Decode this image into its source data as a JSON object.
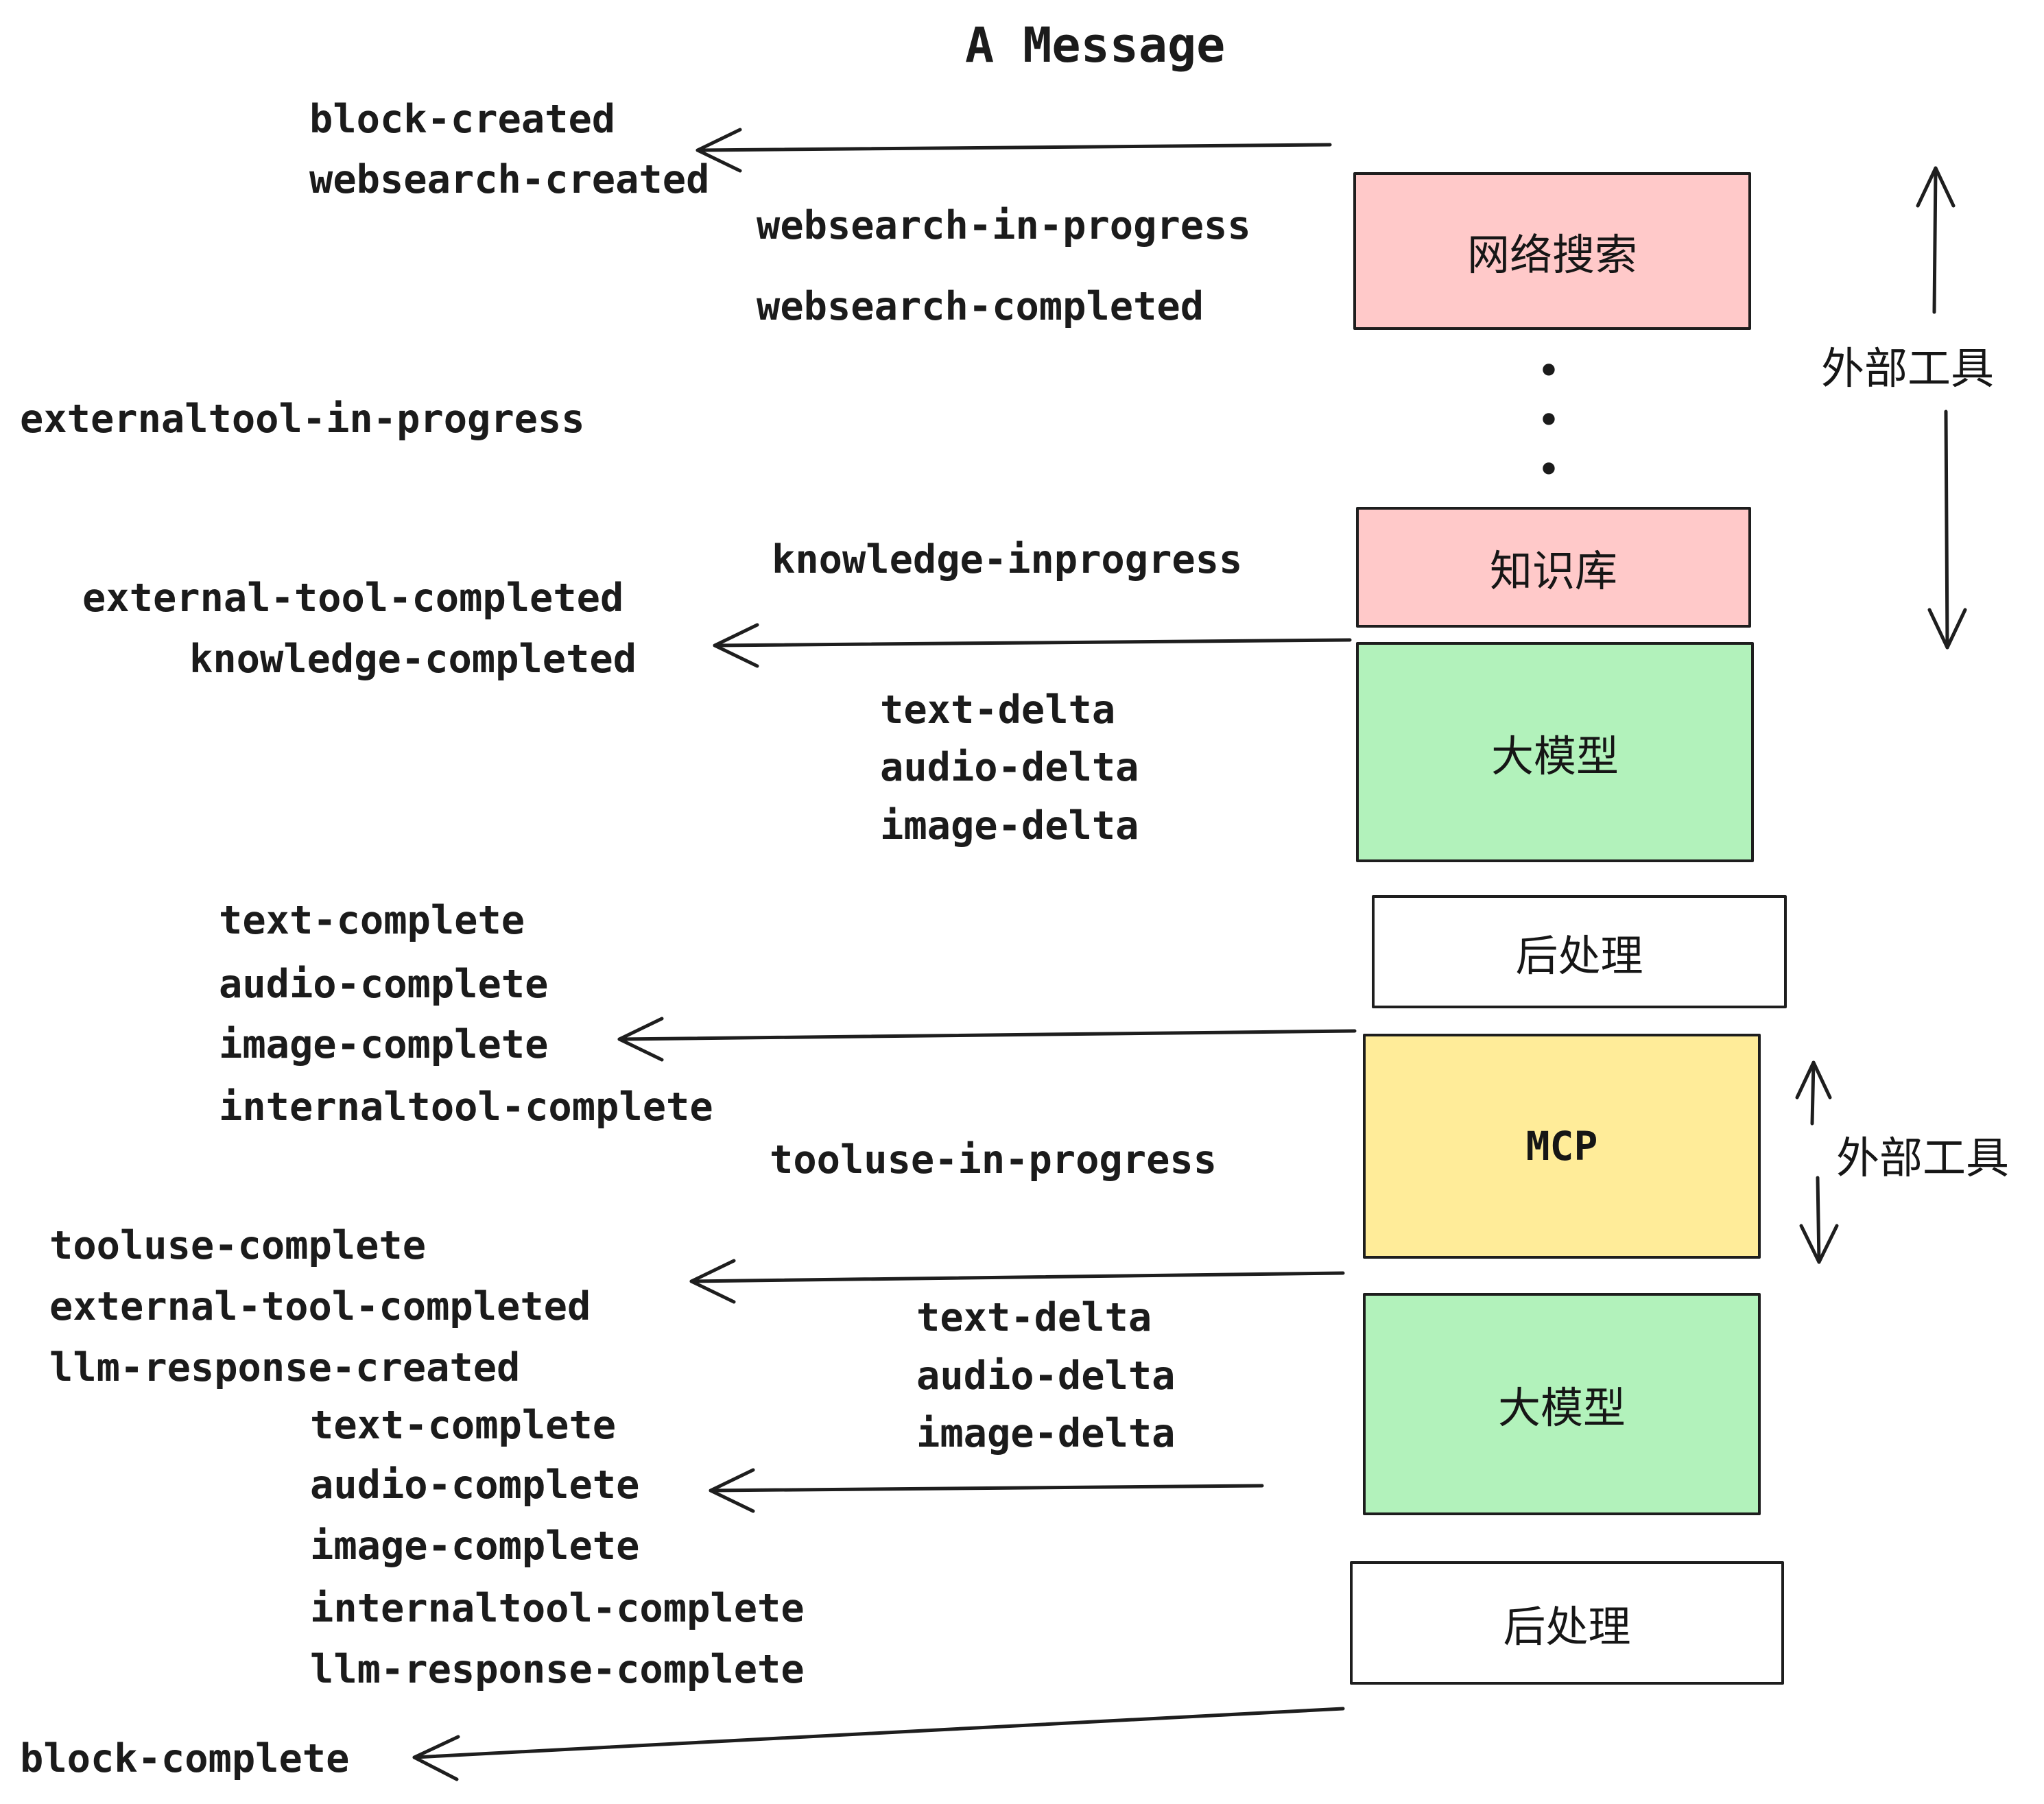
{
  "title": "A Message",
  "colors": {
    "pink": "#ffc9c9",
    "green": "#b2f2bb",
    "yellow": "#ffec99",
    "white": "#ffffff",
    "stroke": "#1e1e1e",
    "text": "#1b1b1b"
  },
  "boxes": [
    {
      "id": "websearch",
      "label": "网络搜索",
      "color": "pink"
    },
    {
      "id": "knowledge",
      "label": "知识库",
      "color": "pink"
    },
    {
      "id": "llm-1",
      "label": "大模型",
      "color": "green"
    },
    {
      "id": "post-1",
      "label": "后处理",
      "color": "white"
    },
    {
      "id": "mcp",
      "label": "MCP",
      "color": "yellow"
    },
    {
      "id": "llm-2",
      "label": "大模型",
      "color": "green"
    },
    {
      "id": "post-2",
      "label": "后处理",
      "color": "white"
    }
  ],
  "side_labels": {
    "external_tools_top": "外部工具",
    "external_tools_bottom": "外部工具"
  },
  "events": {
    "block_created": "block-created",
    "websearch_created": "websearch-created",
    "websearch_in_progress": "websearch-in-progress",
    "websearch_completed": "websearch-completed",
    "externaltool_in_progress": "externaltool-in-progress",
    "knowledge_inprogress": "knowledge-inprogress",
    "external_tool_completed_1": "external-tool-completed",
    "knowledge_completed": "knowledge-completed",
    "text_delta_1": "text-delta",
    "audio_delta_1": "audio-delta",
    "image_delta_1": "image-delta",
    "text_complete_1": "text-complete",
    "audio_complete_1": "audio-complete",
    "image_complete_1": "image-complete",
    "internaltool_complete_1": "internaltool-complete",
    "tooluse_in_progress": "tooluse-in-progress",
    "tooluse_complete": "tooluse-complete",
    "external_tool_completed_2": "external-tool-completed",
    "llm_response_created": "llm-response-created",
    "text_complete_2": "text-complete",
    "audio_complete_2": "audio-complete",
    "image_complete_2": "image-complete",
    "internaltool_complete_2": "internaltool-complete",
    "llm_response_complete": "llm-response-complete",
    "text_delta_2": "text-delta",
    "audio_delta_2": "audio-delta",
    "image_delta_2": "image-delta",
    "block_complete": "block-complete"
  },
  "dots": [
    "•",
    "•",
    "•"
  ]
}
